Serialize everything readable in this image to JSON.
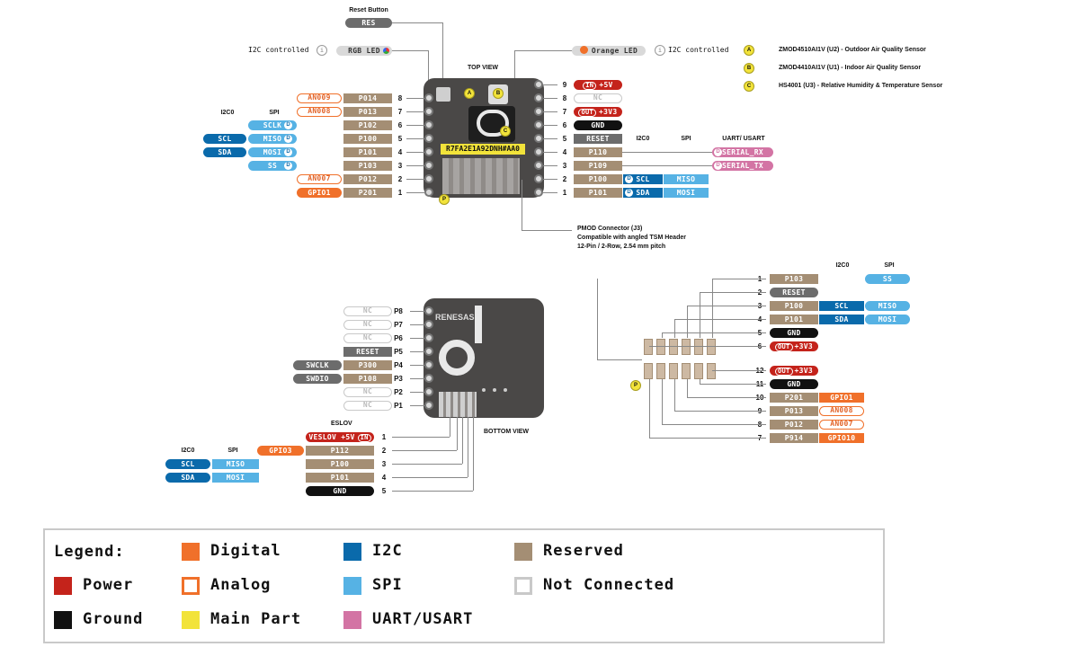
{
  "colors": {
    "reserved": "#a48e74",
    "power": "#c4231b",
    "ground": "#111111",
    "digital": "#f0702a",
    "analog_border": "#f0702a",
    "i2c": "#0a6aab",
    "spi": "#56b2e4",
    "uart": "#d374a4",
    "reset": "#6c6c6c",
    "nc_border": "#c9c9c9",
    "main": "#f2e33a"
  },
  "top": {
    "reset_title": "Reset Button",
    "reset_label": "RES",
    "rgb_prefix": "I2C controlled",
    "rgb_label": "RGB LED",
    "orange_label": "Orange LED",
    "orange_suffix": "I2C controlled",
    "view_label": "TOP VIEW",
    "chip_label": "R7FA2E1A92DNH#AA0",
    "left_headers": {
      "i2c": "I2C0",
      "spi": "SPI"
    },
    "right_headers": {
      "i2c": "I2C0",
      "spi": "SPI",
      "uart": "UART/ USART"
    },
    "left_pins": [
      {
        "n": "8",
        "port": "P014",
        "extra": "AN009"
      },
      {
        "n": "7",
        "port": "P013",
        "extra": "AN008"
      },
      {
        "n": "6",
        "port": "P102",
        "spi": "SCLK"
      },
      {
        "n": "5",
        "port": "P100",
        "spi": "MISO",
        "i2c": "SCL"
      },
      {
        "n": "4",
        "port": "P101",
        "spi": "MOSI",
        "i2c": "SDA"
      },
      {
        "n": "3",
        "port": "P103",
        "spi": "SS"
      },
      {
        "n": "2",
        "port": "P012",
        "extra": "AN007"
      },
      {
        "n": "1",
        "port": "P201",
        "extra": "GPIO1"
      }
    ],
    "right_pins": [
      {
        "n": "9",
        "label": "+5V",
        "tag": "IN"
      },
      {
        "n": "8",
        "label": "NC"
      },
      {
        "n": "7",
        "label": "+3V3",
        "tag": "OUT"
      },
      {
        "n": "6",
        "label": "GND"
      },
      {
        "n": "5",
        "label": "RESET"
      },
      {
        "n": "4",
        "label": "P110",
        "uart": "SERIAL_RX"
      },
      {
        "n": "3",
        "label": "P109",
        "uart": "SERIAL_TX"
      },
      {
        "n": "2",
        "label": "P100",
        "i2c": "SCL",
        "spi": "MISO"
      },
      {
        "n": "1",
        "label": "P101",
        "i2c": "SDA",
        "spi": "MOSI"
      }
    ],
    "pmod_note": [
      "PMOD Connector (J3)",
      "Compatible with angled TSM Header",
      "12-Pin / 2-Row, 2.54 mm pitch"
    ]
  },
  "sensors": [
    {
      "tag": "A",
      "text": "ZMOD4510AI1V (U2) - Outdoor Air Quality Sensor"
    },
    {
      "tag": "B",
      "text": "ZMOD4410AI1V (U1) - Indoor Air Quality Sensor"
    },
    {
      "tag": "C",
      "text": "HS4001 (U3) - Relative Humidity & Temperature Sensor"
    }
  ],
  "board_marks": {
    "p": "P",
    "d": "D",
    "a": "A",
    "b": "B",
    "c": "C",
    "renesas": "RENESAS"
  },
  "bottom": {
    "view_label": "BOTTOM VIEW",
    "pins": [
      {
        "n": "P8",
        "label": "NC"
      },
      {
        "n": "P7",
        "label": "NC"
      },
      {
        "n": "P6",
        "label": "NC"
      },
      {
        "n": "P5",
        "label": "RESET"
      },
      {
        "n": "P4",
        "label": "P300",
        "extra": "SWCLK"
      },
      {
        "n": "P3",
        "label": "P108",
        "extra": "SWDIO"
      },
      {
        "n": "P2",
        "label": "NC"
      },
      {
        "n": "P1",
        "label": "NC"
      }
    ],
    "eslov_title": "ESLOV",
    "eslov_headers": {
      "i2c": "I2C0",
      "spi": "SPI"
    },
    "eslov": [
      {
        "n": "1",
        "label": "VESLOV +5V",
        "tag": "IN"
      },
      {
        "n": "2",
        "label": "P112",
        "extra": "GPIO3"
      },
      {
        "n": "3",
        "label": "P100",
        "spi": "MISO",
        "i2c": "SCL"
      },
      {
        "n": "4",
        "label": "P101",
        "spi": "MOSI",
        "i2c": "SDA"
      },
      {
        "n": "5",
        "label": "GND"
      }
    ]
  },
  "pmod": {
    "headers": {
      "i2c": "I2C0",
      "spi": "SPI"
    },
    "pins": [
      {
        "n": "1",
        "label": "P103",
        "spi": "SS"
      },
      {
        "n": "2",
        "label": "RESET"
      },
      {
        "n": "3",
        "label": "P100",
        "i2c": "SCL",
        "spi": "MISO"
      },
      {
        "n": "4",
        "label": "P101",
        "i2c": "SDA",
        "spi": "MOSI"
      },
      {
        "n": "5",
        "label": "GND"
      },
      {
        "n": "6",
        "label": "+3V3",
        "tag": "OUT"
      },
      {
        "n": "12",
        "label": "+3V3",
        "tag": "OUT"
      },
      {
        "n": "11",
        "label": "GND"
      },
      {
        "n": "10",
        "label": "P201",
        "extra": "GPIO1"
      },
      {
        "n": "9",
        "label": "P013",
        "extra": "AN008"
      },
      {
        "n": "8",
        "label": "P012",
        "extra": "AN007"
      },
      {
        "n": "7",
        "label": "P914",
        "extra": "GPIO10"
      }
    ]
  },
  "legend": {
    "title": "Legend:",
    "items": [
      {
        "label": "Digital",
        "color": "#f0702a",
        "style": "fill"
      },
      {
        "label": "I2C",
        "color": "#0a6aab",
        "style": "fill"
      },
      {
        "label": "Reserved",
        "color": "#a48e74",
        "style": "fill"
      },
      {
        "label": "Power",
        "color": "#c4231b",
        "style": "fill"
      },
      {
        "label": "Analog",
        "color": "#f0702a",
        "style": "outline"
      },
      {
        "label": "SPI",
        "color": "#56b2e4",
        "style": "fill"
      },
      {
        "label": "Not Connected",
        "color": "#c9c9c9",
        "style": "outline"
      },
      {
        "label": "Ground",
        "color": "#111111",
        "style": "fill"
      },
      {
        "label": "Main Part",
        "color": "#f2e33a",
        "style": "fill"
      },
      {
        "label": "UART/USART",
        "color": "#d374a4",
        "style": "fill"
      }
    ]
  }
}
